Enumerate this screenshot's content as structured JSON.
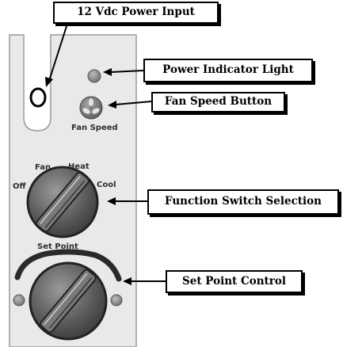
{
  "callouts": {
    "power_input": "12 Vdc Power Input",
    "power_indicator": "Power Indicator Light",
    "fan_speed": "Fan Speed Button",
    "function_switch": "Function Switch Selection",
    "set_point": "Set Point Control"
  },
  "panel_labels": {
    "fan_speed_button": "Fan Speed",
    "fan": "Fan",
    "heat": "Heat",
    "off": "Off",
    "cool": "Cool",
    "set_point": "Set Point"
  },
  "colors": {
    "panel": "#e9e9e9",
    "knob": "#5a5a5a",
    "indicator": "#8c8c8c",
    "arc": "#2a2a2a"
  }
}
